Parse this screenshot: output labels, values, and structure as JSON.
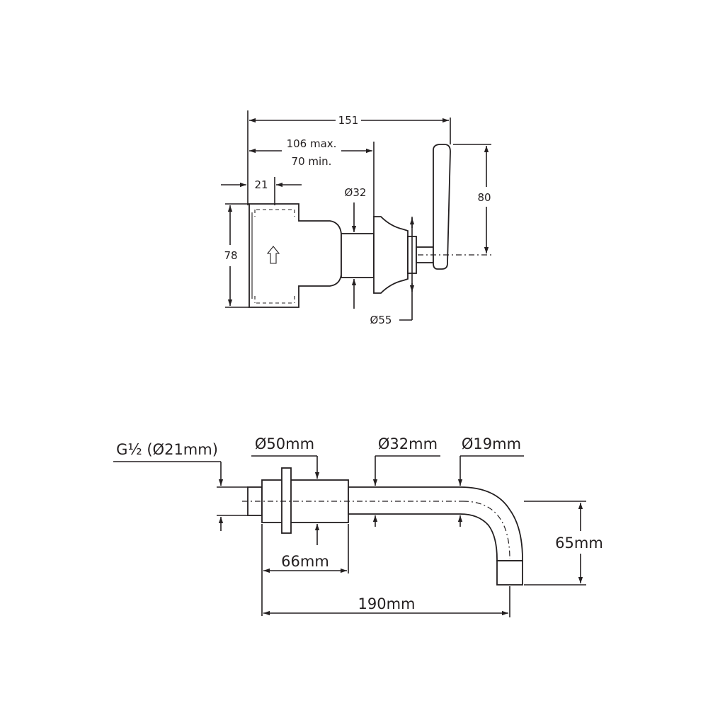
{
  "valve": {
    "overall_width": "151",
    "depth_max": "106 max.",
    "depth_min": "70 min.",
    "offset": "21",
    "body_height": "78",
    "lever_height": "80",
    "spindle_diameter": "Ø32",
    "rosette_diameter": "Ø55"
  },
  "spout": {
    "thread": "G½ (Ø21mm)",
    "flange_diameter": "Ø50mm",
    "tube_diameter": "Ø32mm",
    "outlet_diameter": "Ø19mm",
    "drop": "65mm",
    "body_length": "66mm",
    "total_length": "190mm"
  }
}
